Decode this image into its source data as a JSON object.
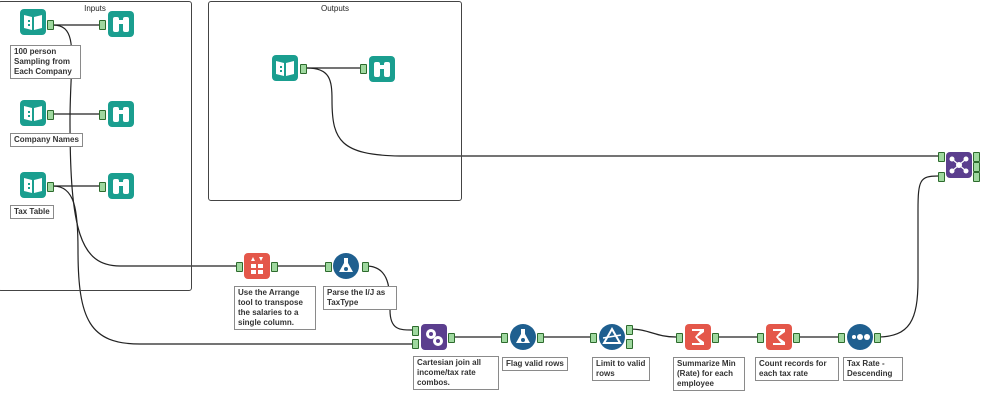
{
  "containers": {
    "inputs": {
      "title": "Inputs"
    },
    "outputs": {
      "title": "Outputs"
    }
  },
  "labels": {
    "company_sampling": "100 person\nSampling from\nEach Company",
    "company_names": "Company Names",
    "tax_table": "Tax Table",
    "arrange": "Use the Arrange\ntool to transpose\nthe salaries to a\nsingle column.",
    "parse": "Parse the I/J as\nTaxType",
    "cartesian": "Cartesian join all\nincome/tax rate\ncombos.",
    "flag": "Flag valid rows",
    "limit": "Limit to valid\nrows",
    "summarize": "Summarize Min\n(Rate) for each\nemployee",
    "count": "Count records for\neach tax rate",
    "sort": "Tax Rate -\nDescending"
  },
  "colors": {
    "input_tool": "#1a9e8f",
    "browse_tool": "#1a9e8f",
    "arrange_tool": "#e4574a",
    "formula_tool": "#1f5f8f",
    "join_tool": "#5b3e8e",
    "summarize_tool": "#e4574a",
    "sort_tool": "#1f5f8f",
    "anchor": "#9fd89f"
  },
  "icons": {
    "input": "book-icon",
    "browse": "binoculars-icon",
    "arrange": "arrange-icon",
    "formula": "flask-icon",
    "append": "gears-icon",
    "filter": "triangle-filter-icon",
    "summarize": "sigma-icon",
    "sort": "dots-icon",
    "union": "union-icon"
  }
}
